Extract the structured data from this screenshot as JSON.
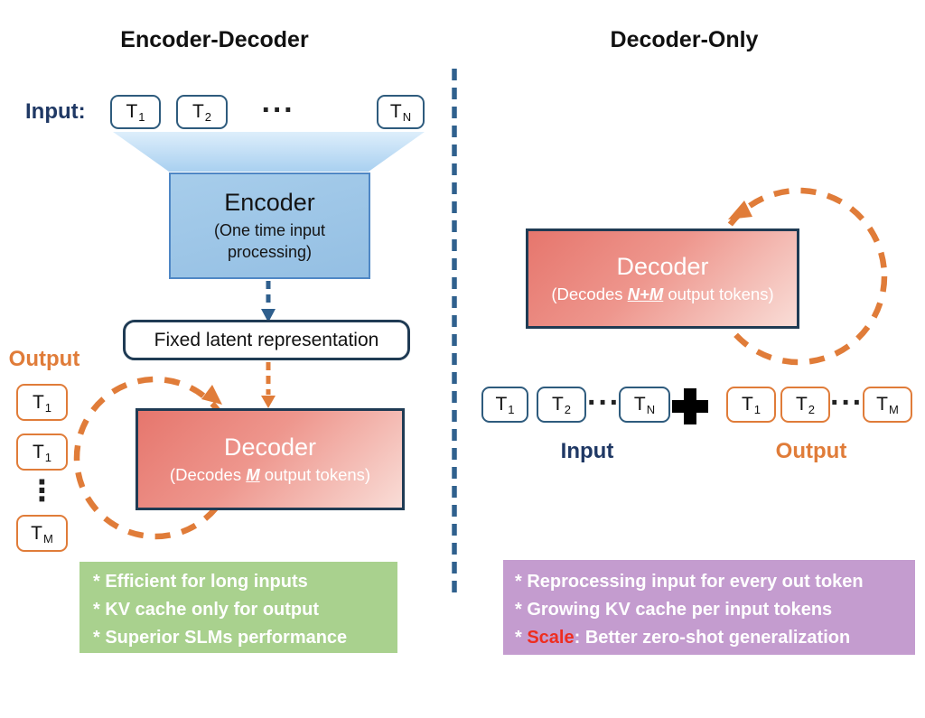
{
  "colors": {
    "navy_border": "#1f3b54",
    "divider_blue": "#30618e",
    "token_blue_border": "#2e5b7d",
    "orange_accent": "#e07c39",
    "encoder_fill": "#9cc3e5",
    "decoder_gradient_start": "#e6766d",
    "decoder_gradient_end": "#f9ddd7",
    "green_note_bg": "#a9d18e",
    "purple_note_bg": "#c49ccf",
    "scale_red": "#ee2d20"
  },
  "left": {
    "title": "Encoder-Decoder",
    "input_label": "Input:",
    "input_tokens": [
      {
        "base": "T",
        "sub": "1"
      },
      {
        "base": "T",
        "sub": "2"
      },
      {
        "base": "T",
        "sub": "N"
      }
    ],
    "input_dots": "···",
    "encoder": {
      "title": "Encoder",
      "subtitle_line1": "(One time input",
      "subtitle_line2": "processing)"
    },
    "latent_label": "Fixed latent representation",
    "output_label": "Output",
    "output_tokens": [
      {
        "base": "T",
        "sub": "1"
      },
      {
        "base": "T",
        "sub": "1"
      },
      {
        "base": "T",
        "sub": "M"
      }
    ],
    "output_dots": "⋮",
    "decoder": {
      "title": "Decoder",
      "sub_prefix": "(Decodes ",
      "sub_emph": "M",
      "sub_suffix": " output tokens)"
    },
    "notes": [
      "* Efficient for long inputs",
      "* KV cache only for output",
      "* Superior SLMs performance"
    ]
  },
  "right": {
    "title": "Decoder-Only",
    "decoder": {
      "title": "Decoder",
      "sub_prefix": "(Decodes ",
      "sub_emph": "N+M",
      "sub_suffix": " output tokens)"
    },
    "input_tokens": [
      {
        "base": "T",
        "sub": "1"
      },
      {
        "base": "T",
        "sub": "2"
      },
      {
        "base": "T",
        "sub": "N"
      }
    ],
    "input_dots": "···",
    "output_tokens": [
      {
        "base": "T",
        "sub": "1"
      },
      {
        "base": "T",
        "sub": "2"
      },
      {
        "base": "T",
        "sub": "M"
      }
    ],
    "output_dots": "···",
    "input_label": "Input",
    "output_label": "Output",
    "notes": {
      "line1": "* Reprocessing input for every out token",
      "line2": "* Growing KV cache per input tokens",
      "line3_prefix": "* ",
      "line3_red": "Scale",
      "line3_suffix": ": Better zero-shot generalization"
    }
  }
}
